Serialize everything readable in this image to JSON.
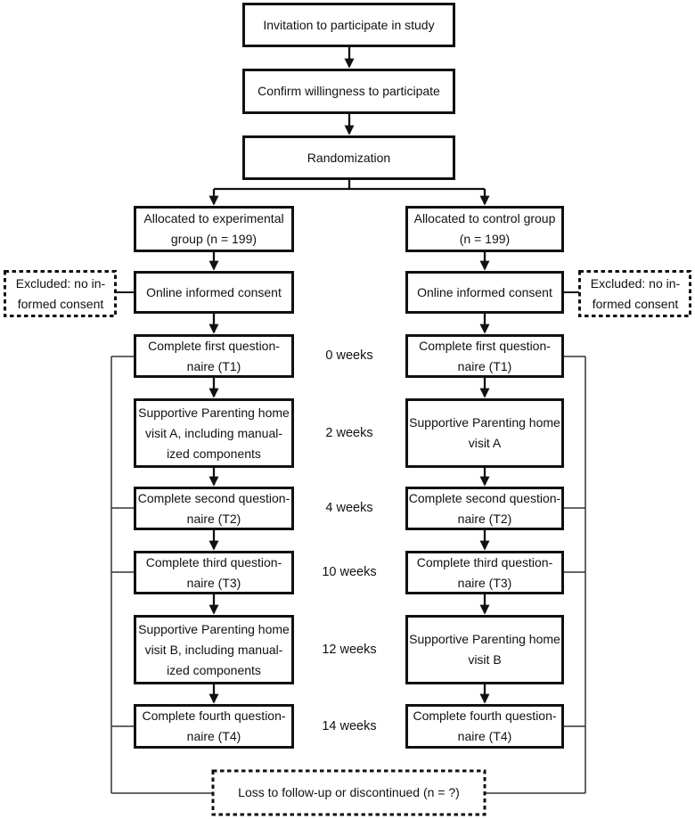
{
  "flow": {
    "invitation": "Invitation to participate in study",
    "confirm": "Confirm willingness to participate",
    "randomization": "Randomization"
  },
  "experimental": {
    "allocated": "Allocated to experimental\ngroup (n = 199)",
    "excluded": "Excluded: no in-\nformed consent",
    "consent": "Online informed consent",
    "t1": "Complete first question-\nnaire (T1)",
    "visit_a": "Supportive Parenting home\nvisit A, including manual-\nized components",
    "t2": "Complete second question-\nnaire (T2)",
    "t3": "Complete third question-\nnaire (T3)",
    "visit_b": "Supportive Parenting home\nvisit B, including manual-\nized components",
    "t4": "Complete fourth question-\nnaire (T4)"
  },
  "control": {
    "allocated": "Allocated to control group\n(n = 199)",
    "excluded": "Excluded: no in-\nformed consent",
    "consent": "Online informed consent",
    "t1": "Complete first question-\nnaire (T1)",
    "visit_a": "Supportive Parenting home\nvisit A",
    "t2": "Complete second question-\nnaire (T2)",
    "t3": "Complete third question-\nnaire (T3)",
    "visit_b": "Supportive Parenting home\nvisit B",
    "t4": "Complete fourth question-\nnaire (T4)"
  },
  "timeline": {
    "t1": "0 weeks",
    "visit_a": "2 weeks",
    "t2": "4 weeks",
    "t3": "10 weeks",
    "visit_b": "12 weeks",
    "t4": "14 weeks"
  },
  "loss": "Loss to follow-up or discontinued (n = ?)",
  "colors": {
    "line": "#111111",
    "background": "#ffffff"
  }
}
